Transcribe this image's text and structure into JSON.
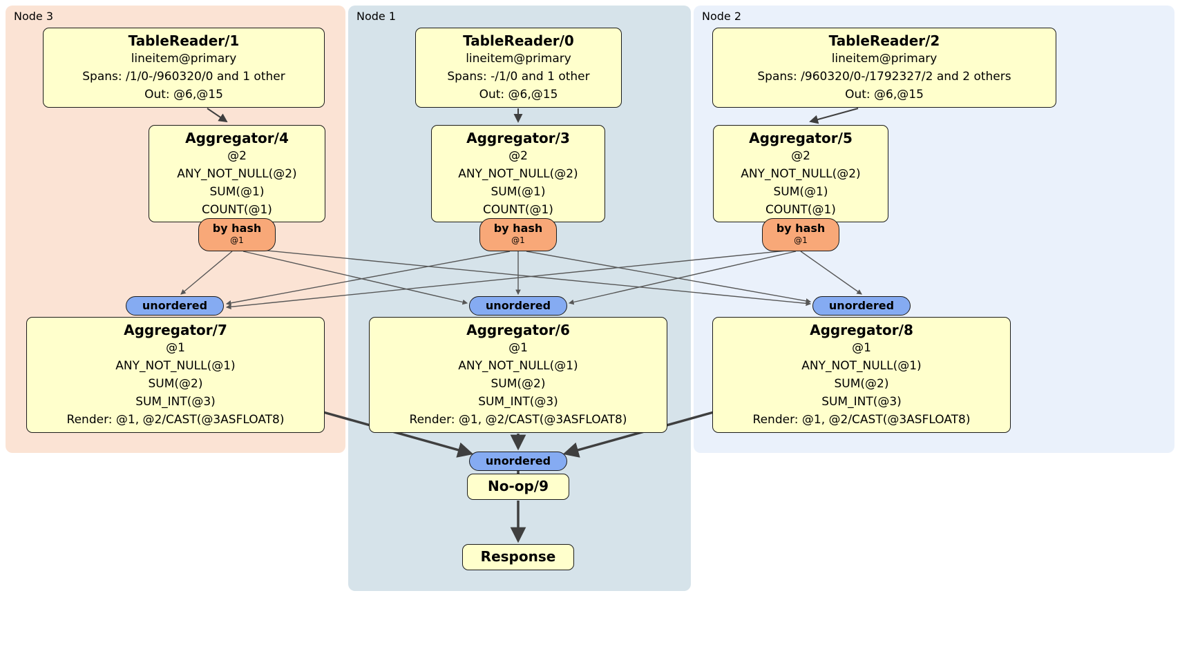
{
  "panels": {
    "node3": {
      "label": "Node 3"
    },
    "node1": {
      "label": "Node 1"
    },
    "node2": {
      "label": "Node 2"
    }
  },
  "nodes": {
    "tablereader1": {
      "title": "TableReader/1",
      "lines": [
        "lineitem@primary",
        "Spans: /1/0-/960320/0 and 1 other",
        "Out: @6,@15"
      ]
    },
    "tablereader0": {
      "title": "TableReader/0",
      "lines": [
        "lineitem@primary",
        "Spans: -/1/0 and 1 other",
        "Out: @6,@15"
      ]
    },
    "tablereader2": {
      "title": "TableReader/2",
      "lines": [
        "lineitem@primary",
        "Spans: /960320/0-/1792327/2 and 2 others",
        "Out: @6,@15"
      ]
    },
    "aggregator4": {
      "title": "Aggregator/4",
      "lines": [
        "@2",
        "ANY_NOT_NULL(@2)",
        "SUM(@1)",
        "COUNT(@1)"
      ]
    },
    "aggregator3": {
      "title": "Aggregator/3",
      "lines": [
        "@2",
        "ANY_NOT_NULL(@2)",
        "SUM(@1)",
        "COUNT(@1)"
      ]
    },
    "aggregator5": {
      "title": "Aggregator/5",
      "lines": [
        "@2",
        "ANY_NOT_NULL(@2)",
        "SUM(@1)",
        "COUNT(@1)"
      ]
    },
    "aggregator7": {
      "title": "Aggregator/7",
      "lines": [
        "@1",
        "ANY_NOT_NULL(@1)",
        "SUM(@2)",
        "SUM_INT(@3)",
        "Render: @1, @2/CAST(@3ASFLOAT8)"
      ]
    },
    "aggregator6": {
      "title": "Aggregator/6",
      "lines": [
        "@1",
        "ANY_NOT_NULL(@1)",
        "SUM(@2)",
        "SUM_INT(@3)",
        "Render: @1, @2/CAST(@3ASFLOAT8)"
      ]
    },
    "aggregator8": {
      "title": "Aggregator/8",
      "lines": [
        "@1",
        "ANY_NOT_NULL(@1)",
        "SUM(@2)",
        "SUM_INT(@3)",
        "Render: @1, @2/CAST(@3ASFLOAT8)"
      ]
    },
    "noop9": {
      "title": "No-op/9"
    },
    "response": {
      "title": "Response"
    }
  },
  "routers": {
    "byhash": {
      "label": "by hash",
      "sub": "@1"
    },
    "unordered": {
      "label": "unordered"
    }
  },
  "colors": {
    "panel_node3": "#fbe3d4",
    "panel_node1": "#d6e3ea",
    "panel_node2": "#eaf1fb",
    "box_fill": "#ffffcc",
    "hash_router_fill": "#f8a878",
    "unordered_sync_fill": "#85abf2",
    "edge": "#444444"
  }
}
